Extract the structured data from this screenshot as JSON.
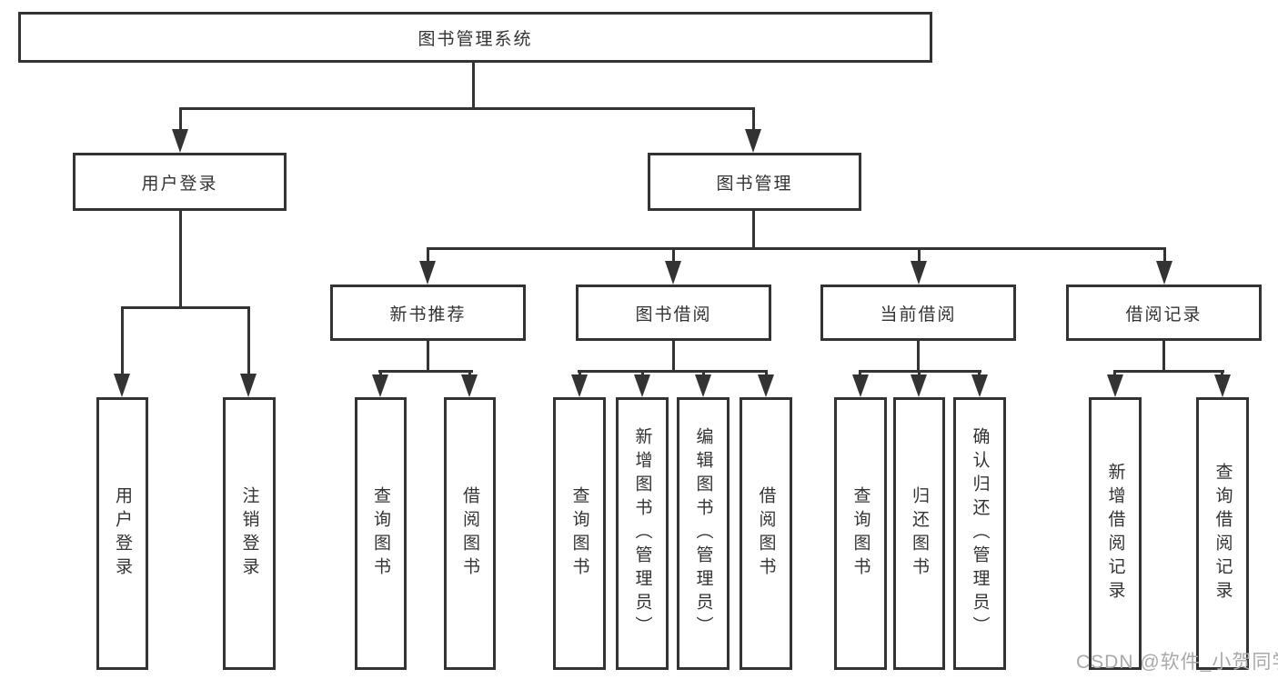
{
  "diagram": {
    "title": "图书管理系统",
    "level2": {
      "user_login": "用户登录",
      "book_mgmt": "图书管理"
    },
    "level3": {
      "new_books": "新书推荐",
      "borrowing": "图书借阅",
      "current": "当前借阅",
      "records": "借阅记录"
    },
    "leaves": {
      "login": [
        "用户登录",
        "注销登录"
      ],
      "new_books": [
        "查询图书",
        "借阅图书"
      ],
      "borrowing": [
        "查询图书",
        "新增图书（管理员）",
        "编辑图书（管理员）",
        "借阅图书"
      ],
      "current": [
        "查询图书",
        "归还图书",
        "确认归还（管理员）"
      ],
      "records": [
        "新增借阅记录",
        "查询借阅记录"
      ]
    },
    "colors": {
      "line": "#333333",
      "text": "#333333",
      "background": "#ffffff",
      "watermark": "#a9a9a9"
    }
  },
  "watermark": {
    "text": "CSDN @软件_小贺同学"
  }
}
